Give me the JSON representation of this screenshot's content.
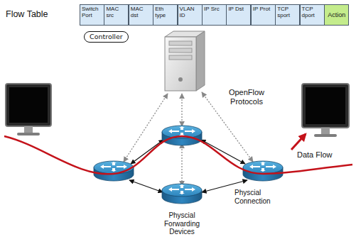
{
  "diagram": {
    "nodes": [
      {
        "text": [
          "Controller"
        ]
      }
    ],
    "labels": [
      "Flow Table",
      "Switch Port",
      "MAC src",
      "MAC dst",
      "Eth type",
      "VLAN ID",
      "IP Src",
      "IP Dst",
      "IP Prot",
      "TCP sport",
      "TCP dport",
      "Action",
      "OpenFlow Protocols",
      "Data Flow",
      "Physcial Connection",
      "Physcial Forwarding Devices"
    ]
  }
}
